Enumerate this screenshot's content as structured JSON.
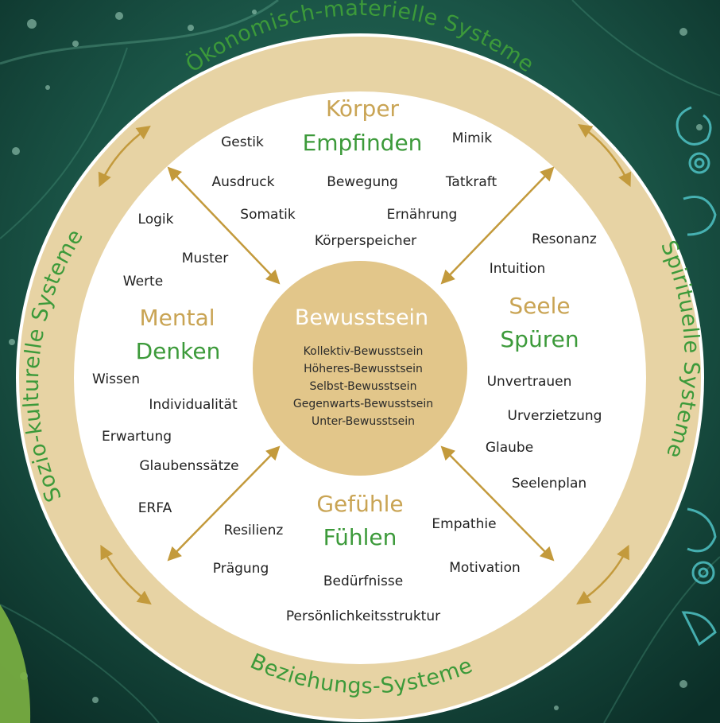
{
  "colors": {
    "gold": "#c9a454",
    "ring": "#e7d3a4",
    "green": "#3c9a3a",
    "center_circle": "#e2c68a",
    "arrow": "#c39a3c",
    "text": "#222222"
  },
  "ring_labels": {
    "top": "Ökonomisch-materielle Systeme",
    "left": "Sozio-kulturelle Systeme",
    "right": "Spirituelle Systeme",
    "bottom": "Beziehungs-Systeme"
  },
  "center": {
    "title": "Bewusstsein",
    "levels": [
      "Kollektiv-Bewusstsein",
      "Höheres-Bewusstsein",
      "Selbst-Bewusstsein",
      "Gegenwarts-Bewusstsein",
      "Unter-Bewusstsein"
    ]
  },
  "sections": {
    "koerper": {
      "title": "Körper",
      "subtitle": "Empfinden",
      "words": [
        "Gestik",
        "Mimik",
        "Ausdruck",
        "Bewegung",
        "Tatkraft",
        "Somatik",
        "Ernährung",
        "Körperspeicher"
      ]
    },
    "mental": {
      "title": "Mental",
      "subtitle": "Denken",
      "words": [
        "Logik",
        "Muster",
        "Werte",
        "Wissen",
        "Individualität",
        "Erwartung",
        "Glaubenssätze",
        "ERFA"
      ]
    },
    "seele": {
      "title": "Seele",
      "subtitle": "Spüren",
      "words": [
        "Resonanz",
        "Intuition",
        "Unvertrauen",
        "Urverzietzung",
        "Glaube",
        "Seelenplan"
      ]
    },
    "gefuehle": {
      "title": "Gefühle",
      "subtitle": "Fühlen",
      "words": [
        "Resilienz",
        "Empathie",
        "Prägung",
        "Motivation",
        "Bedürfnisse",
        "Persönlichkeitsstruktur"
      ]
    }
  }
}
